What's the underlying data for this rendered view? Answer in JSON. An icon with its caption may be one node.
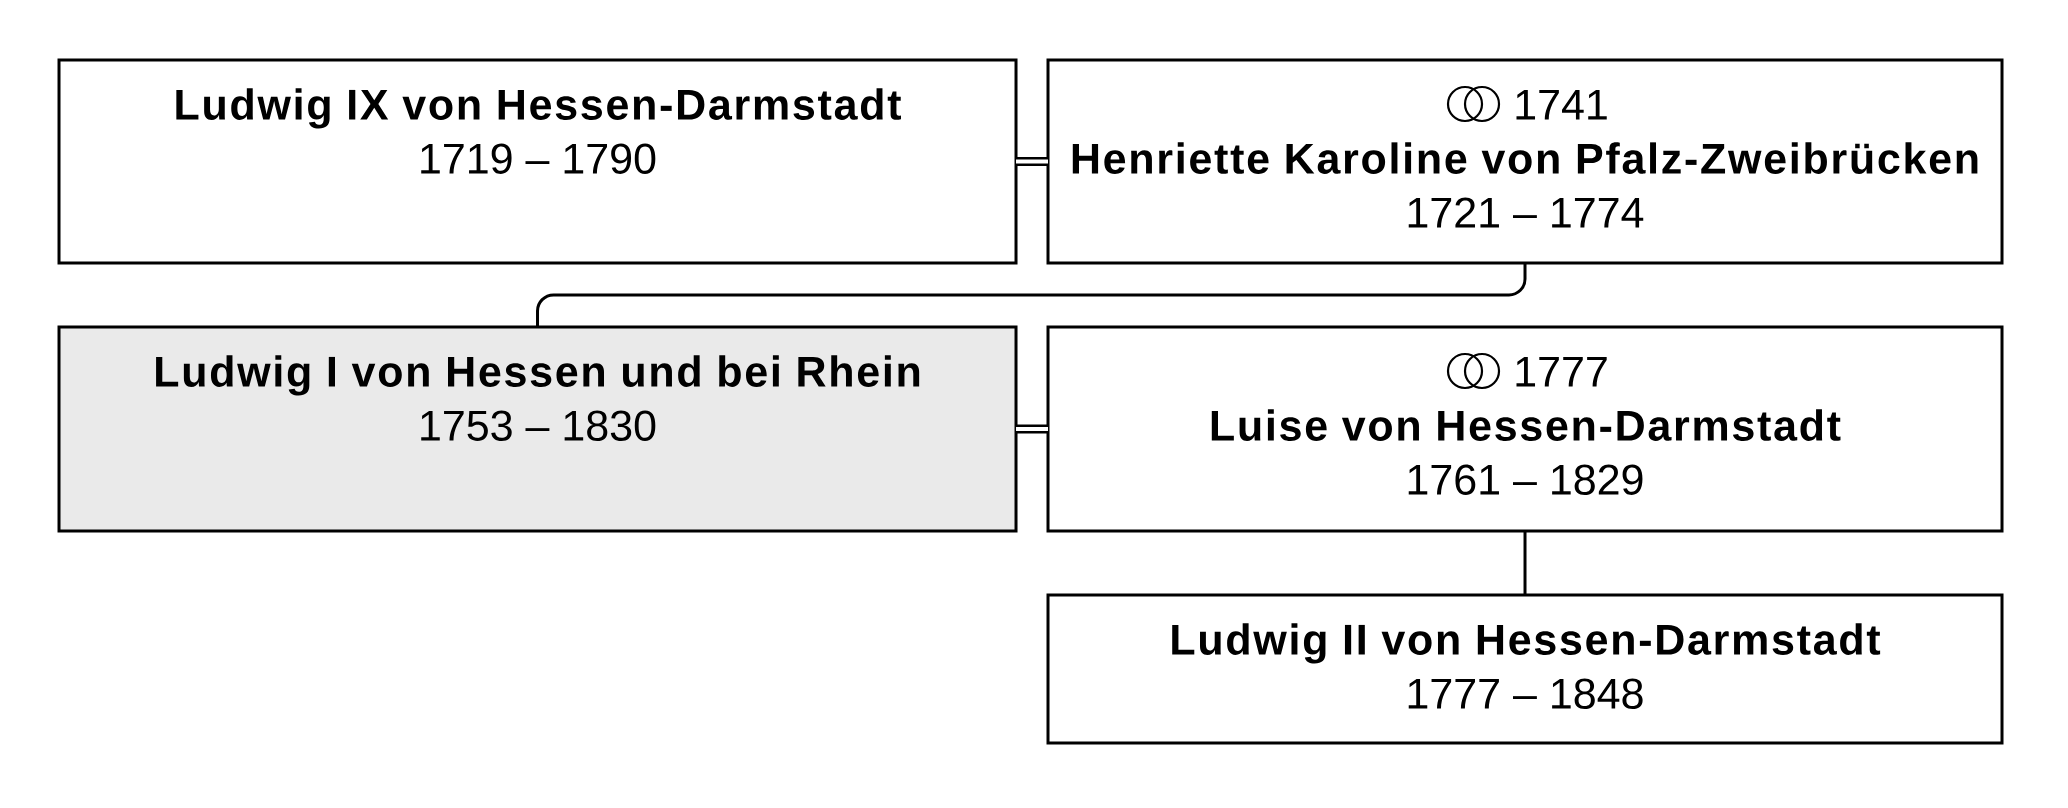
{
  "diagram": {
    "nodes": [
      {
        "text": [
          "Ludwig IX von Hessen-Darmstadt",
          "1719 – 1790"
        ]
      },
      {
        "text": [
          "1741",
          "Henriette Karoline von Pfalz-Zweibrücken",
          "1721 – 1774"
        ]
      },
      {
        "text": [
          "Ludwig I von Hessen und bei Rhein",
          "1753 – 1830"
        ]
      },
      {
        "text": [
          "1777",
          "Luise von Hessen-Darmstadt",
          "1761 – 1829"
        ]
      },
      {
        "text": [
          "Ludwig II von Hessen-Darmstadt",
          "1777 – 1848"
        ]
      }
    ],
    "edges": [
      {
        "from": 0,
        "to": 1,
        "arrow": "none",
        "style": "thick"
      },
      {
        "from": 1,
        "to": 2,
        "arrow": "none"
      },
      {
        "from": 2,
        "to": 3,
        "arrow": "none",
        "style": "thick"
      },
      {
        "from": 3,
        "to": 4,
        "arrow": "none"
      }
    ]
  }
}
